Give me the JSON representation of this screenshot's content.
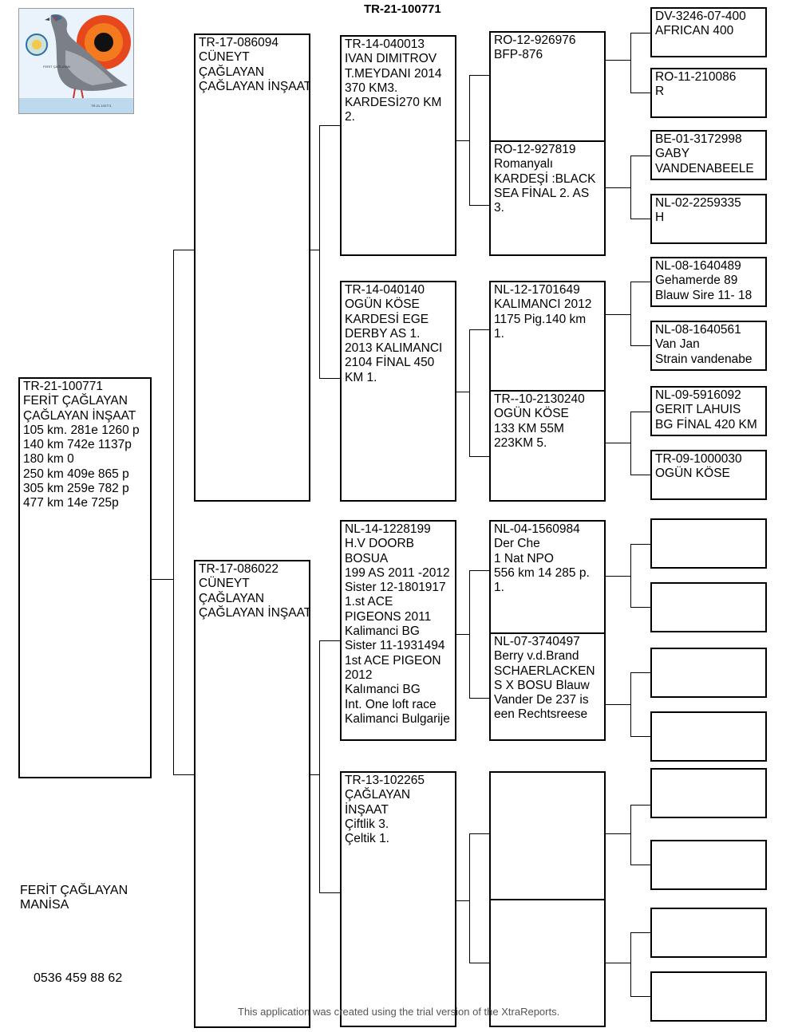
{
  "title": "TR-21-100771",
  "photo_card": {
    "name": "FERİT ÇAĞLAYAN",
    "ring": "TR-21-100771"
  },
  "footer": {
    "owner": "FERİT ÇAĞLAYAN",
    "city": "MANİSA",
    "phone": "0536 459 88 62",
    "watermark": "This application was created using the trial version of the XtraReports."
  },
  "pedigree": {
    "subject": {
      "lines": [
        "TR-21-100771",
        "FERİT ÇAĞLAYAN",
        "ÇAĞLAYAN İNŞAAT",
        "105 km. 281e 1260 p",
        "140 km 742e 1137p",
        "180 km 0",
        "250 km 409e 865 p",
        "305 km  259e 782 p",
        "477 km 14e  725p"
      ]
    },
    "sire": {
      "lines": [
        "TR-17-086094",
        "CÜNEYT",
        "ÇAĞLAYAN",
        "ÇAĞLAYAN İNŞAAT"
      ]
    },
    "dam": {
      "lines": [
        "TR-17-086022",
        "CÜNEYT",
        "ÇAĞLAYAN",
        "ÇAĞLAYAN İNŞAAT"
      ]
    },
    "sire_sire": {
      "lines": [
        "TR-14-040013",
        "IVAN DIMITROV",
        "T.MEYDANI 2014",
        "370 KM3.",
        "KARDESİ270 KM",
        "2."
      ]
    },
    "sire_dam": {
      "lines": [
        "TR-14-040140",
        "OGÜN KÖSE",
        "KARDESİ EGE",
        "DERBY AS 1.",
        "2013 KALIMANCI",
        "2104 FİNAL 450",
        "KM 1."
      ]
    },
    "dam_sire": {
      "lines": [
        "NL-14-1228199",
        "H.V DOORB",
        "BOSUA",
        "199 AS 2011 -2012",
        "Sister 12-1801917",
        "1.st ACE",
        "PIGEONS 2011",
        "Kalimanci BG",
        "Sister 11-1931494",
        "1st ACE PIGEON",
        "2012",
        "Kalımanci BG",
        "Int. One loft race",
        "Kalimanci Bulgarije"
      ]
    },
    "dam_dam": {
      "lines": [
        "TR-13-102265",
        "ÇAĞLAYAN",
        "İNŞAAT",
        "Çiftlik 3.",
        "Çeltik 1."
      ]
    },
    "gen3": [
      {
        "lines": [
          "RO-12-926976",
          "BFP-876"
        ]
      },
      {
        "lines": [
          "RO-12-927819",
          "Romanyalı",
          "KARDEŞİ :BLACK",
          "SEA FİNAL 2. AS",
          "3."
        ]
      },
      {
        "lines": [
          "NL-12-1701649",
          "KALIMANCI 2012",
          "1175 Pig.140 km",
          "1."
        ]
      },
      {
        "lines": [
          "TR--10-2130240",
          "OGÜN KÖSE",
          "133 KM 55M",
          "223KM 5."
        ]
      },
      {
        "lines": [
          "NL-04-1560984",
          "Der Che",
          "1 Nat NPO",
          "556 km 14 285 p.",
          "1."
        ]
      },
      {
        "lines": [
          "NL-07-3740497",
          "Berry v.d.Brand",
          "SCHAERLACKEN",
          "S X BOSU Blauw",
          "Vander De 237 is",
          "een Rechtsreese"
        ]
      },
      {
        "lines": []
      },
      {
        "lines": []
      }
    ],
    "gen4": [
      {
        "lines": [
          "DV-3246-07-400",
          "AFRICAN 400"
        ]
      },
      {
        "lines": [
          "RO-11-210086",
          "R"
        ]
      },
      {
        "lines": [
          "BE-01-3172998",
          "GABY",
          "VANDENABEELE"
        ]
      },
      {
        "lines": [
          "NL-02-2259335",
          "H"
        ]
      },
      {
        "lines": [
          "NL-08-1640489",
          "Gehamerde 89",
          "Blauw Sire 11- 18"
        ]
      },
      {
        "lines": [
          "NL-08-1640561",
          "Van Jan",
          "Strain vandenabe"
        ]
      },
      {
        "lines": [
          "NL-09-5916092",
          "GERIT LAHUIS",
          "BG FİNAL 420 KM"
        ]
      },
      {
        "lines": [
          "TR-09-1000030",
          "OGÜN KÖSE"
        ]
      },
      {
        "lines": []
      },
      {
        "lines": []
      },
      {
        "lines": []
      },
      {
        "lines": []
      },
      {
        "lines": []
      },
      {
        "lines": []
      },
      {
        "lines": []
      },
      {
        "lines": []
      }
    ]
  }
}
